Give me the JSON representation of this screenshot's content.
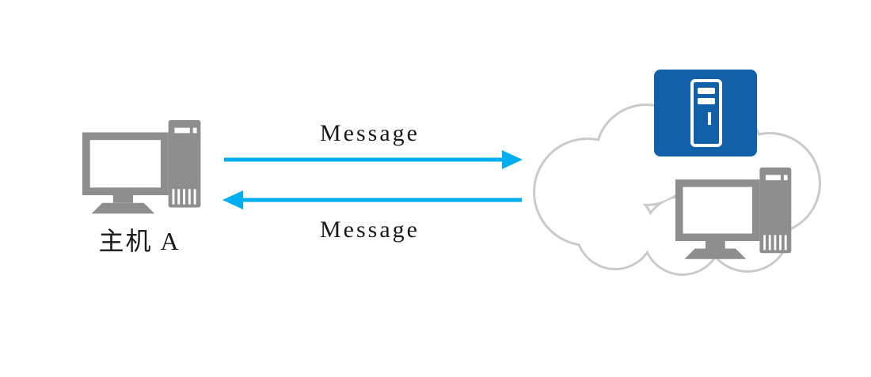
{
  "diagram": {
    "host": {
      "label": "主机 A"
    },
    "messages": {
      "to_server": "Message",
      "to_host": "Message"
    },
    "icons": {
      "host": "computer-icon",
      "cloud": "cloud-icon",
      "server": "server-icon",
      "remote": "computer-icon"
    },
    "colors": {
      "arrow": "#00AEEF",
      "device_gray": "#8E8E8E",
      "cloud_stroke": "#CACACA",
      "server_blue": "#1261A8",
      "label_text": "#1A1A1A",
      "background": "#FFFFFF"
    }
  }
}
